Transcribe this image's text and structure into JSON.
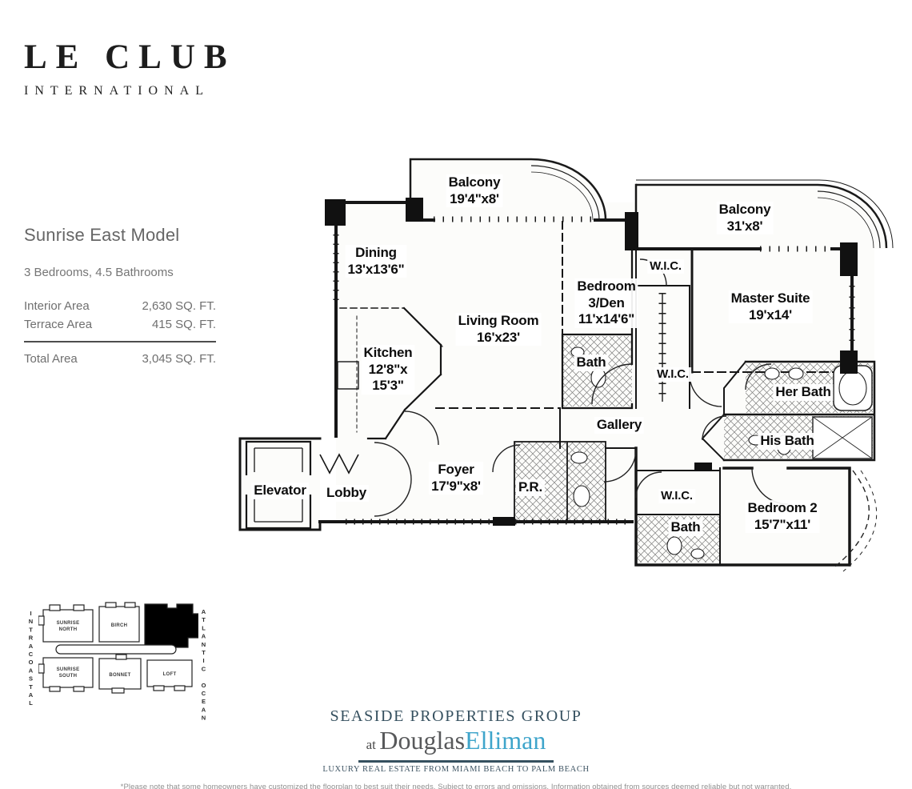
{
  "logo": {
    "title": "LE CLUB",
    "subtitle": "INTERNATIONAL"
  },
  "panel": {
    "model_name": "Sunrise East Model",
    "config": "3 Bedrooms, 4.5 Bathrooms",
    "stats": [
      {
        "label": "Interior Area",
        "value": "2,630 SQ. FT."
      },
      {
        "label": "Terrace Area",
        "value": "415 SQ. FT."
      }
    ],
    "total": {
      "label": "Total Area",
      "value": "3,045 SQ. FT."
    }
  },
  "floorplan": {
    "rooms": {
      "balcony_nw": {
        "lines": [
          "Balcony",
          "19'4\"x8'"
        ]
      },
      "balcony_ne": {
        "lines": [
          "Balcony",
          "31'x8'"
        ]
      },
      "dining": {
        "lines": [
          "Dining",
          "13'x13'6\""
        ]
      },
      "living_room": {
        "lines": [
          "Living Room",
          "16'x23'"
        ]
      },
      "bedroom3": {
        "lines": [
          "Bedroom",
          "3/Den",
          "11'x14'6\""
        ]
      },
      "wic_bedroom3": {
        "lines": [
          "W.I.C."
        ]
      },
      "master_suite": {
        "lines": [
          "Master Suite",
          "19'x14'"
        ]
      },
      "kitchen": {
        "lines": [
          "Kitchen",
          "12'8\"x",
          "15'3\""
        ]
      },
      "bath_bedroom3": {
        "lines": [
          "Bath"
        ]
      },
      "wic_master": {
        "lines": [
          "W.I.C."
        ]
      },
      "her_bath": {
        "lines": [
          "Her Bath"
        ]
      },
      "his_bath": {
        "lines": [
          "His Bath"
        ]
      },
      "gallery": {
        "lines": [
          "Gallery"
        ]
      },
      "foyer": {
        "lines": [
          "Foyer",
          "17'9\"x8'"
        ]
      },
      "powder_room": {
        "lines": [
          "P.R."
        ]
      },
      "elevator": {
        "lines": [
          "Elevator"
        ]
      },
      "lobby": {
        "lines": [
          "Lobby"
        ]
      },
      "wic_bedroom2": {
        "lines": [
          "W.I.C."
        ]
      },
      "bath_bedroom2": {
        "lines": [
          "Bath"
        ]
      },
      "bedroom2": {
        "lines": [
          "Bedroom 2",
          "15'7\"x11'"
        ]
      }
    }
  },
  "sitemap": {
    "west_label": "INTRACOASTAL",
    "east_label": "ATLANTIC OCEAN",
    "buildings": {
      "sunrise_north": [
        "SUNRISE",
        "NORTH"
      ],
      "birch": [
        "BIRCH"
      ],
      "sunrise_south": [
        "SUNRISE",
        "SOUTH"
      ],
      "bonnet": [
        "BONNET"
      ],
      "loft": [
        "LOFT"
      ]
    }
  },
  "footer": {
    "group_name": "SEASIDE PROPERTIES GROUP",
    "at": "at",
    "brand_first": "Douglas",
    "brand_last": "Elliman",
    "tagline": "LUXURY REAL ESTATE FROM MIAMI BEACH TO PALM BEACH",
    "disclaimer": "*Please note that some homeowners have customized the floorplan to best suit their needs. Subject to errors and omissions. Information obtained from sources deemed reliable but not warranted.",
    "colors": {
      "group": "#35505f",
      "douglas": "#58595b",
      "elliman": "#3fa5cb"
    }
  }
}
